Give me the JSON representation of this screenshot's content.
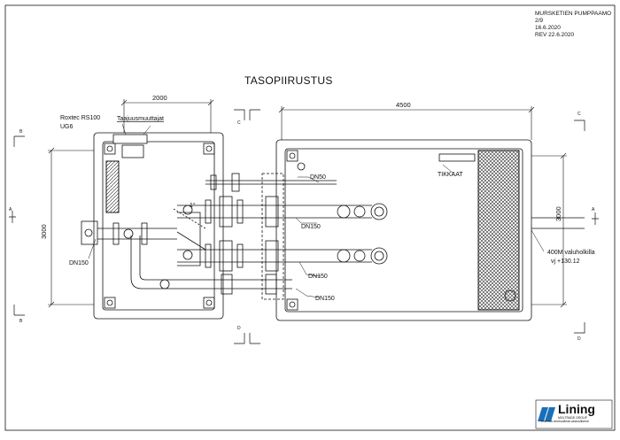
{
  "header": {
    "project": "MURSKETIEN PUMPPAAMO",
    "sheet": "2/9",
    "date": "16.6.2020",
    "revision": "REV 22.6.2020"
  },
  "drawing_title": "TASOPIIRUSTUS",
  "dimensions": {
    "left_width": "2000",
    "right_width": "4500",
    "left_height": "3000",
    "right_height": "3000"
  },
  "labels": {
    "roxtec": "Roxtec RS100",
    "ug6": "UG6",
    "taajuusmuuttajat": "Taajuusmuuttajat",
    "dn50": "DN50",
    "dn150_a": "DN150",
    "dn150_b": "DN150",
    "dn150_c": "DN150",
    "tikkaat": "TIKKAAT",
    "valuholkki": "400M valuholkilla",
    "vj": "vj +130.12",
    "angle": "1°"
  },
  "section_marks": {
    "a": "A",
    "b": "B",
    "c": "C",
    "d": "D"
  },
  "logo": {
    "name": "Lining",
    "group": "MOLTRADE GROUP",
    "tagline": "Yhdessä vesihuollista vastuullisesti"
  },
  "colors": {
    "line": "#111111",
    "hatch": "#333333",
    "logo_blue": "#1a6fb8"
  }
}
